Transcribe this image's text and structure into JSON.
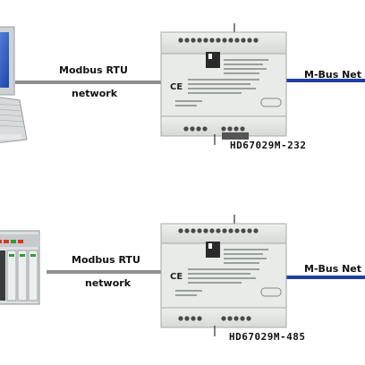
{
  "diagram": {
    "top": {
      "link_left_label": "Modbus RTU",
      "link_left_sublabel": "network",
      "link_right_label": "M-Bus Net",
      "device_model": "HD67029M-232"
    },
    "bottom": {
      "link_left_label": "Modbus RTU",
      "link_left_sublabel": "network",
      "link_right_label": "M-Bus Net",
      "device_model": "HD67029M-485"
    },
    "colors": {
      "modbus_line": "#8f8f8f",
      "mbus_line": "#1f3f9e",
      "device_body": "#e3e6e3",
      "laptop_screen": "#2d5fc4"
    },
    "icons": [
      "laptop-icon",
      "plc-rack-icon",
      "din-rail-gateway-icon",
      "din-rail-gateway-icon"
    ]
  }
}
